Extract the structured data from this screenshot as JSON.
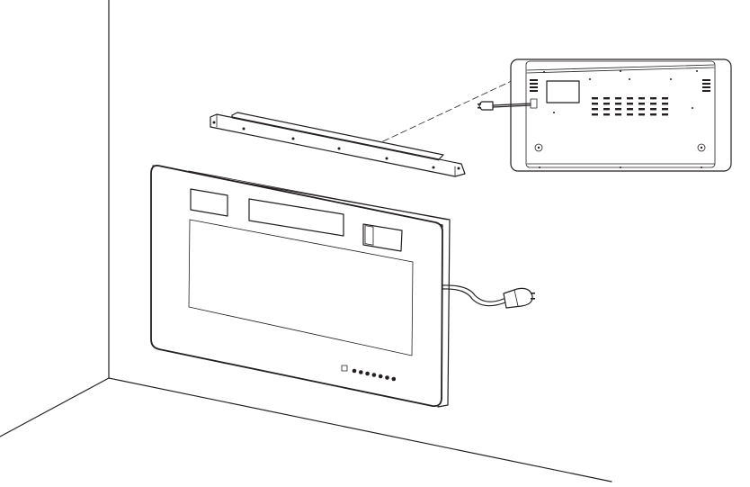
{
  "diagram": {
    "kind": "installation-illustration",
    "line_color": "#231f20",
    "background": "#ffffff",
    "components": [
      {
        "id": "wall",
        "icon": "wall-corner-icon"
      },
      {
        "id": "mounting-bracket",
        "icon": "wall-bracket-icon"
      },
      {
        "id": "fireplace-front",
        "icon": "electric-fireplace-icon"
      },
      {
        "id": "power-cord",
        "icon": "power-plug-icon"
      },
      {
        "id": "rear-view-inset",
        "icon": "fireplace-back-panel-icon"
      }
    ],
    "control_panel": {
      "power_buttons": 1,
      "touch_buttons": 7
    }
  }
}
